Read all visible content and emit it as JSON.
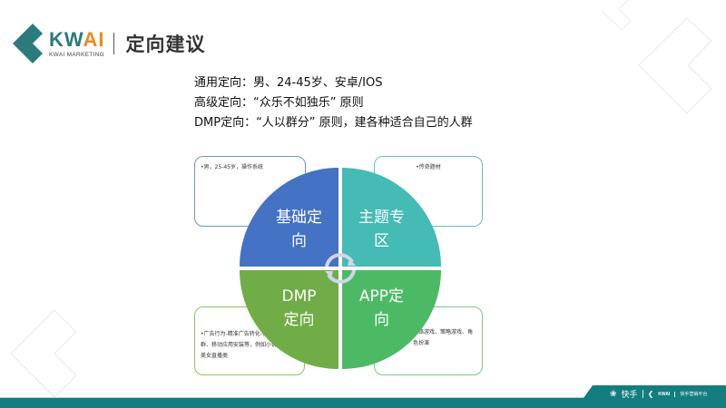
{
  "header": {
    "logo_word_kw": "KW",
    "logo_word_ai": "AI",
    "logo_sub": "KWAI MARKETING",
    "title": "定向建议"
  },
  "bullets": [
    "通用定向：男、24-45岁、安卓/IOS",
    "高级定向：“众乐不如独乐” 原则",
    "DMP定向：“人以群分” 原则，建各种适合自己的人群"
  ],
  "quadrants": {
    "top_left": {
      "line1": "基础定",
      "line2": "向",
      "color": "#4472c4"
    },
    "top_right": {
      "line1": "主题专",
      "line2": "区",
      "color": "#44bbb4"
    },
    "bottom_left": {
      "line1": "DMP",
      "line2": "定向",
      "color": "#70ad47"
    },
    "bottom_right": {
      "line1": "APP定",
      "line2": "向",
      "color": "#4cba64"
    }
  },
  "boxes": {
    "top_left": "•男，25-45岁，操作系统",
    "top_right": "•传奇题材",
    "bottom_left": "•广告行为-精准广告转化-行为or激活人群、移动应用安装等，例如小说，体育，美女直播类",
    "bottom_right": "网络游戏、策略游戏、角色扮演"
  },
  "footer": {
    "brand_cn": "快手",
    "kwai": "KWAI",
    "platform": "快手营销平台",
    "color": "#137d80"
  }
}
